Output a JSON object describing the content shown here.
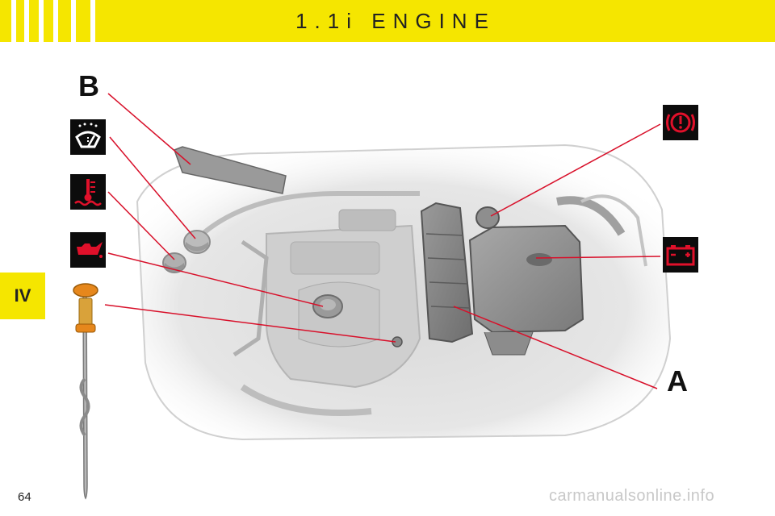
{
  "header": {
    "title": "1.1i ENGINE",
    "color": "#f5e600"
  },
  "section_tab": {
    "label": "IV"
  },
  "page": {
    "number": "64"
  },
  "callouts": {
    "label_b": "B",
    "label_a": "A",
    "line_color": "#d8102a",
    "icons": [
      {
        "name": "screenwash-icon",
        "meaning": "screenwash reservoir"
      },
      {
        "name": "coolant-temperature-icon",
        "meaning": "coolant reservoir"
      },
      {
        "name": "oil-can-icon",
        "meaning": "engine oil filler"
      },
      {
        "name": "brake-warning-icon",
        "meaning": "brake fluid reservoir"
      },
      {
        "name": "battery-icon",
        "meaning": "battery"
      },
      {
        "name": "dipstick-icon",
        "meaning": "oil dipstick"
      }
    ]
  },
  "watermark": "carmanualsonline.info"
}
